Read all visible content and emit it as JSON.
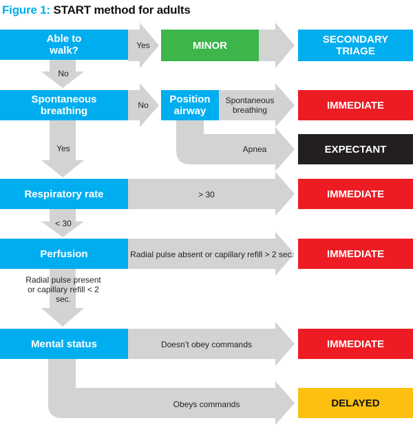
{
  "title": {
    "figure": "Figure 1:",
    "text": "START method for adults"
  },
  "colors": {
    "blue": "#00aeef",
    "green": "#3cb54a",
    "red": "#ed1c24",
    "black": "#231f20",
    "amber": "#fdc010",
    "arrow": "#d3d3d3"
  },
  "steps": {
    "walk": "Able to walk?",
    "breathing": "Spontaneous breathing",
    "position": "Position airway",
    "resp": "Respiratory rate",
    "perfusion": "Perfusion",
    "mental": "Mental status"
  },
  "outcomes": {
    "minor": "MINOR",
    "secondary": "SECONDARY TRIAGE",
    "immediate_breathing": "IMMEDIATE",
    "expectant": "EXPECTANT",
    "immediate_resp": "IMMEDIATE",
    "immediate_perfusion": "IMMEDIATE",
    "immediate_mental": "IMMEDIATE",
    "delayed": "DELAYED"
  },
  "labels": {
    "walk_yes": "Yes",
    "walk_no": "No",
    "breathing_no": "No",
    "breathing_yes": "Yes",
    "spontaneous": "Spontaneous breathing",
    "apnea": "Apnea",
    "resp_high": "> 30",
    "resp_low": "< 30",
    "perf_absent": "Radial pulse absent or capillary refill > 2 sec.",
    "perf_present": "Radial pulse present or capillary refill < 2 sec.",
    "mental_no": "Doesn’t obey commands",
    "mental_yes": "Obeys commands"
  }
}
